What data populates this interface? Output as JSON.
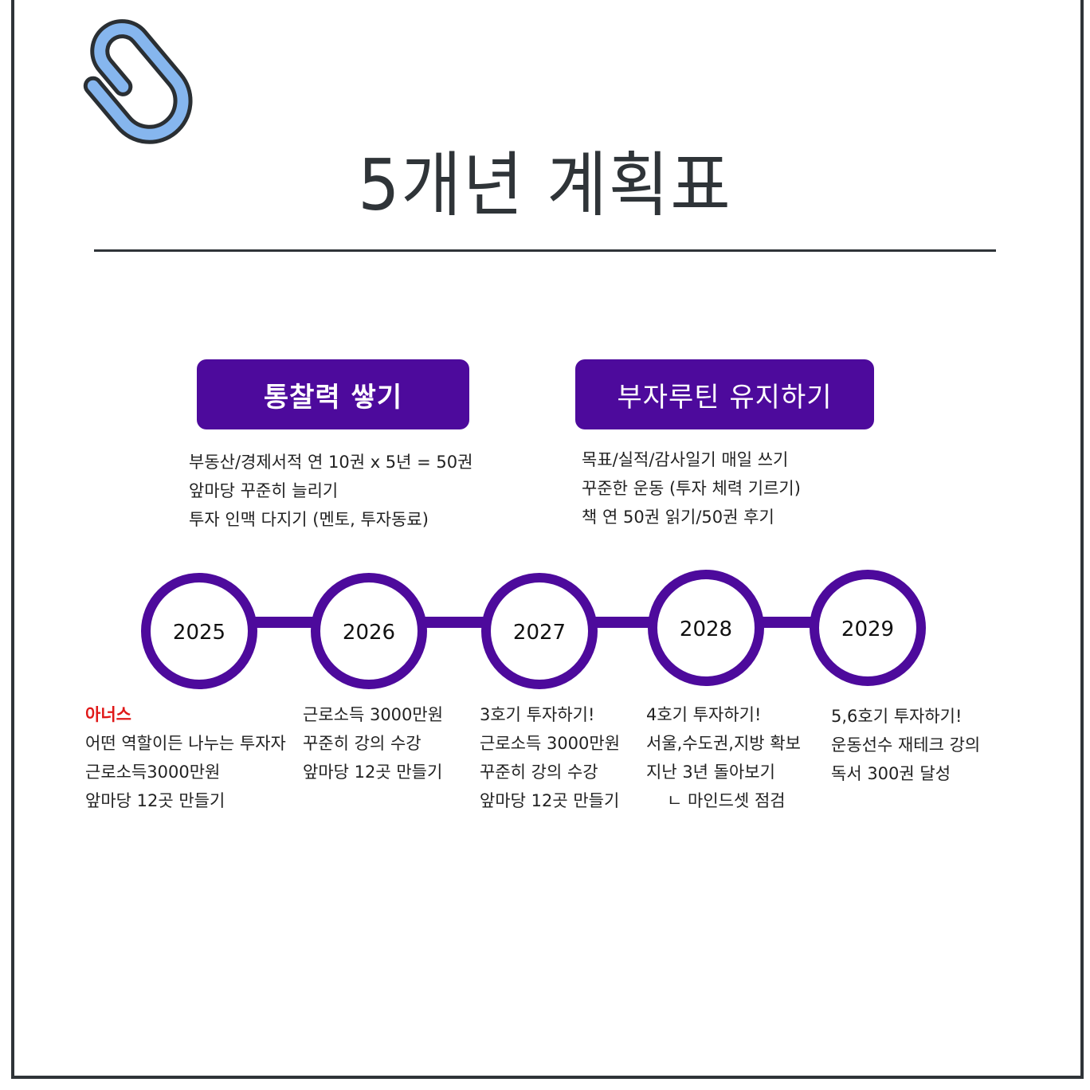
{
  "title": "5개년 계획표",
  "colors": {
    "accent": "#4d0a9c",
    "highlight": "#e01818",
    "ink": "#2f3438",
    "clip_fill": "#86b6ee"
  },
  "decor": {
    "clip_icon": "paperclip-icon"
  },
  "categories": [
    {
      "label": "통찰력 쌓기",
      "items": [
        "부동산/경제서적 연 10권 x 5년 = 50권",
        "앞마당 꾸준히 늘리기",
        "투자 인맥 다지기 (멘토, 투자동료)"
      ]
    },
    {
      "label": "부자루틴 유지하기",
      "items": [
        "목표/실적/감사일기 매일 쓰기",
        "꾸준한 운동 (투자 체력 기르기)",
        "책 연 50권 읽기/50권 후기"
      ]
    }
  ],
  "timeline": [
    {
      "year": "2025",
      "highlight": "아너스",
      "lines": [
        "어떤 역할이든 나누는 투자자",
        "근로소득3000만원",
        "앞마당 12곳 만들기"
      ]
    },
    {
      "year": "2026",
      "lines": [
        "근로소득 3000만원",
        "꾸준히 강의 수강",
        "앞마당 12곳 만들기"
      ]
    },
    {
      "year": "2027",
      "lines": [
        "3호기 투자하기!",
        "근로소득 3000만원",
        "꾸준히 강의 수강",
        "앞마당 12곳 만들기"
      ]
    },
    {
      "year": "2028",
      "lines": [
        "4호기 투자하기!",
        "서울,수도권,지방 확보",
        "지난 3년 돌아보기"
      ],
      "sub": "ㄴ 마인드셋 점검"
    },
    {
      "year": "2029",
      "lines": [
        "5,6호기 투자하기!",
        "운동선수 재테크 강의",
        "독서 300권 달성"
      ]
    }
  ]
}
